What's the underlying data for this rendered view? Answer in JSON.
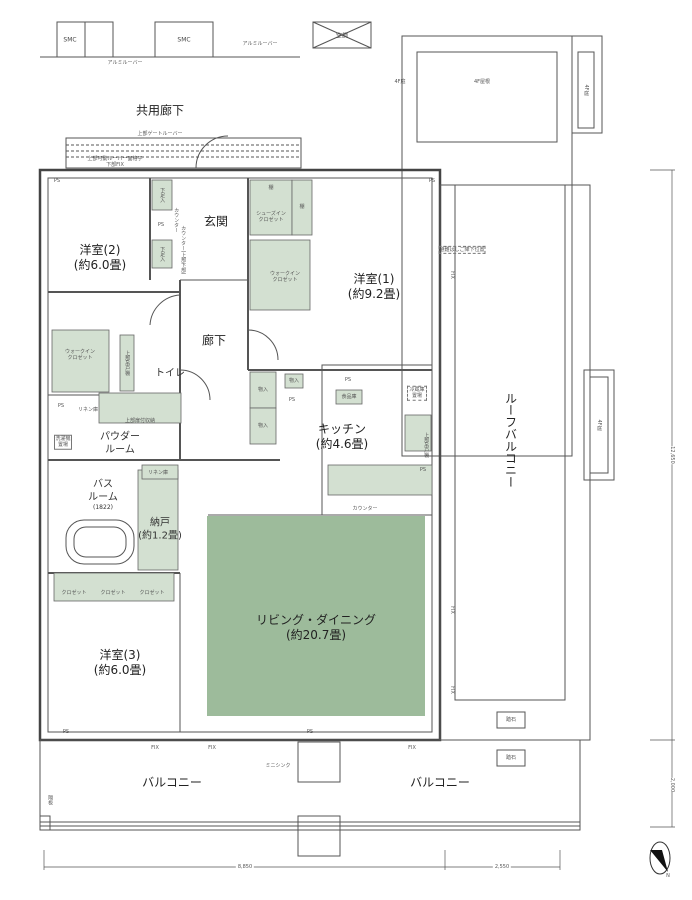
{
  "outside": {
    "smc": [
      "SMC",
      "SMC"
    ],
    "alumi_louver": [
      "アルミルーバー",
      "アルミルーバー"
    ],
    "duct": "空調",
    "f4_garden_top": "4F庭",
    "f4_roof": "4F屋根",
    "f4_garden_right_top": "4F庭",
    "f4_garden_right": "4F庭",
    "common_corridor": "共用廊下",
    "upper_gate_louver": "上部ゲートルーバー",
    "movable_louver": "上部可動ルーバー面格子",
    "lower_fix": "下部FIX"
  },
  "rooms": {
    "western2": {
      "name": "洋室(2)",
      "size": "(約6.0畳)"
    },
    "entrance": "玄関",
    "western1": {
      "name": "洋室(1)",
      "size": "(約9.2畳)"
    },
    "corridor": "廊下",
    "toilet": "トイレ",
    "powder": {
      "l1": "パウダー",
      "l2": "ルーム"
    },
    "kitchen": {
      "name": "キッチン",
      "size": "(約4.6畳)"
    },
    "bath": {
      "l1": "バス",
      "l2": "ルーム",
      "size": "(1822)"
    },
    "storage": {
      "name": "納戸",
      "size": "(約1.2畳)"
    },
    "living": {
      "name": "リビング・ダイニング",
      "size": "(約20.7畳)"
    },
    "western3": {
      "name": "洋室(3)",
      "size": "(約6.0畳)"
    },
    "roof_balcony": "ルーフバルコニー",
    "balcony_left": "バルコニー",
    "balcony_right": "バルコニー"
  },
  "fixtures": {
    "shoe_box": "下足入",
    "shoe_box2": "下足入",
    "counter_v": "カウンター",
    "counter_upper": "カウンター(上部下部)",
    "shelf1": "棚",
    "shelf2": "棚",
    "shoes_in_closet": {
      "l1": "シューズイン",
      "l2": "クロゼット"
    },
    "wic1": {
      "l1": "ウォークイン",
      "l2": "クロゼット"
    },
    "wic2": {
      "l1": "ウォークイン",
      "l2": "クロゼット"
    },
    "escape_ladder": "避難はしご降下位置",
    "upper_cabinet_toilet": "上部吊戸棚",
    "linen1": "リネン庫",
    "linen2": "リネン庫",
    "upper_door_storage": "上部扉付収納",
    "washer": "洗濯機置場",
    "closet_in": [
      "物入",
      "物入",
      "物入"
    ],
    "pantry": "食品庫",
    "fridge": "冷蔵庫置場",
    "upper_cabinet_kitchen": "上部吊戸棚",
    "kitchen_counter": "カウンター",
    "closets": [
      "クロゼット",
      "クロゼット",
      "クロゼット"
    ],
    "stepping_stones": [
      "踏石",
      "踏石"
    ],
    "mini_sink": "ミニシンク",
    "partition": "隔板",
    "ps": "PS",
    "fix": "FIX"
  },
  "dimensions": {
    "width_left": "8,850",
    "width_right": "2,550",
    "depth": "12,650",
    "balcony_depth": "2,000"
  },
  "compass": "N",
  "colors": {
    "closet": "#d3e0d1",
    "living": "#9dbb9b",
    "wall": "#555555"
  }
}
